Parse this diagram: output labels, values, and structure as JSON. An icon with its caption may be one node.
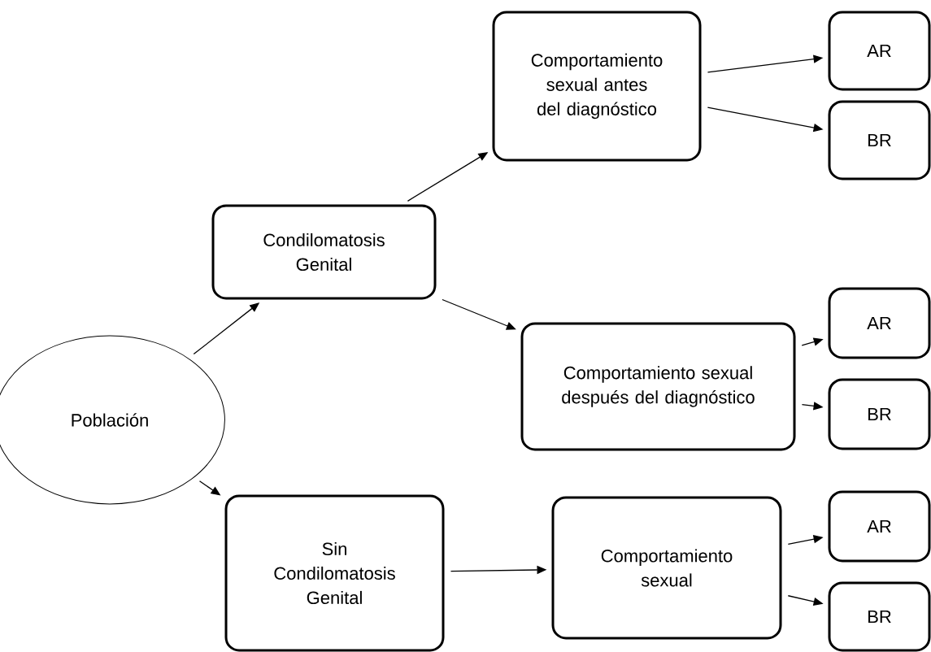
{
  "diagram": {
    "nodes": [
      {
        "text": [
          "Población"
        ]
      },
      {
        "text": [
          "Condilomatosis Genital"
        ]
      },
      {
        "text": [
          "Comportamiento sexual antes del diagnóstico"
        ]
      },
      {
        "text": [
          "AR"
        ]
      },
      {
        "text": [
          "BR"
        ]
      },
      {
        "text": [
          "Comportamiento sexual después del diagnóstico"
        ]
      },
      {
        "text": [
          "AR"
        ]
      },
      {
        "text": [
          "BR"
        ]
      },
      {
        "text": [
          "Sin Condilomatosis Genital"
        ]
      },
      {
        "text": [
          "Comportamiento sexual"
        ]
      },
      {
        "text": [
          "AR"
        ]
      },
      {
        "text": [
          "BR"
        ]
      }
    ],
    "edges": [
      {
        "from": 0,
        "to": 1,
        "arrow": "to"
      },
      {
        "from": 0,
        "to": 8,
        "arrow": "to"
      },
      {
        "from": 1,
        "to": 2,
        "arrow": "to"
      },
      {
        "from": 1,
        "to": 5,
        "arrow": "to"
      },
      {
        "from": 2,
        "to": 3,
        "arrow": "to"
      },
      {
        "from": 2,
        "to": 4,
        "arrow": "to"
      },
      {
        "from": 5,
        "to": 6,
        "arrow": "to"
      },
      {
        "from": 5,
        "to": 7,
        "arrow": "to"
      },
      {
        "from": 8,
        "to": 9,
        "arrow": "to"
      },
      {
        "from": 9,
        "to": 10,
        "arrow": "to"
      },
      {
        "from": 9,
        "to": 11,
        "arrow": "to"
      }
    ]
  }
}
